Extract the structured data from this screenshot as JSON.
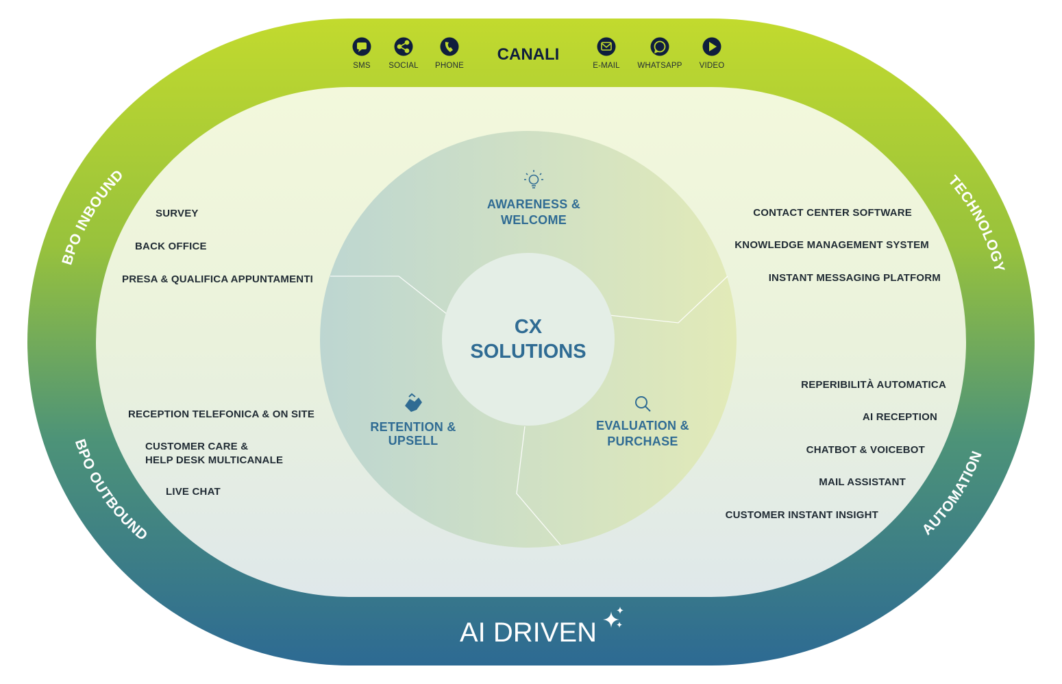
{
  "header": {
    "title": "CANALI",
    "channels": [
      {
        "label": "SMS",
        "icon": "sms-icon"
      },
      {
        "label": "SOCIAL",
        "icon": "share-icon"
      },
      {
        "label": "PHONE",
        "icon": "phone-icon"
      },
      {
        "label": "E-MAIL",
        "icon": "email-icon"
      },
      {
        "label": "WHATSAPP",
        "icon": "whatsapp-icon"
      },
      {
        "label": "VIDEO",
        "icon": "play-icon"
      }
    ]
  },
  "footer": {
    "title": "AI DRIVEN",
    "icon": "sparkles-icon"
  },
  "ring_labels": {
    "bpo_inbound": "BPO INBOUND",
    "bpo_outbound": "BPO OUTBOUND",
    "technology": "TECHNOLOGY",
    "automation": "AUTOMATION"
  },
  "center": {
    "line1": "CX",
    "line2": "SOLUTIONS"
  },
  "stages": {
    "awareness": {
      "line1": "AWARENESS &",
      "line2": "WELCOME",
      "icon": "lightbulb-icon"
    },
    "evaluation": {
      "line1": "EVALUATION &",
      "line2": "PURCHASE",
      "icon": "magnifier-icon"
    },
    "retention": {
      "line1": "RETENTION &",
      "line2": "UPSELL",
      "icon": "handshake-icon"
    }
  },
  "inbound_items": [
    "SURVEY",
    "BACK OFFICE",
    "PRESA & QUALIFICA APPUNTAMENTI"
  ],
  "outbound_items": [
    "RECEPTION TELEFONICA & ON SITE",
    "CUSTOMER CARE &",
    "HELP DESK MULTICANALE",
    "LIVE CHAT"
  ],
  "technology_items": [
    "CONTACT CENTER SOFTWARE",
    "KNOWLEDGE MANAGEMENT SYSTEM",
    "INSTANT MESSAGING PLATFORM"
  ],
  "automation_items": [
    "REPERIBILITÀ AUTOMATICA",
    "AI RECEPTION",
    "CHATBOT & VOICEBOT",
    "MAIL ASSISTANT",
    "CUSTOMER INSTANT INSIGHT"
  ],
  "colors": {
    "lime": "#bcd632",
    "teal": "#3a8a86",
    "blue": "#2c6a94",
    "navy": "#0f1e3d",
    "stage_text": "#2f6b93"
  }
}
